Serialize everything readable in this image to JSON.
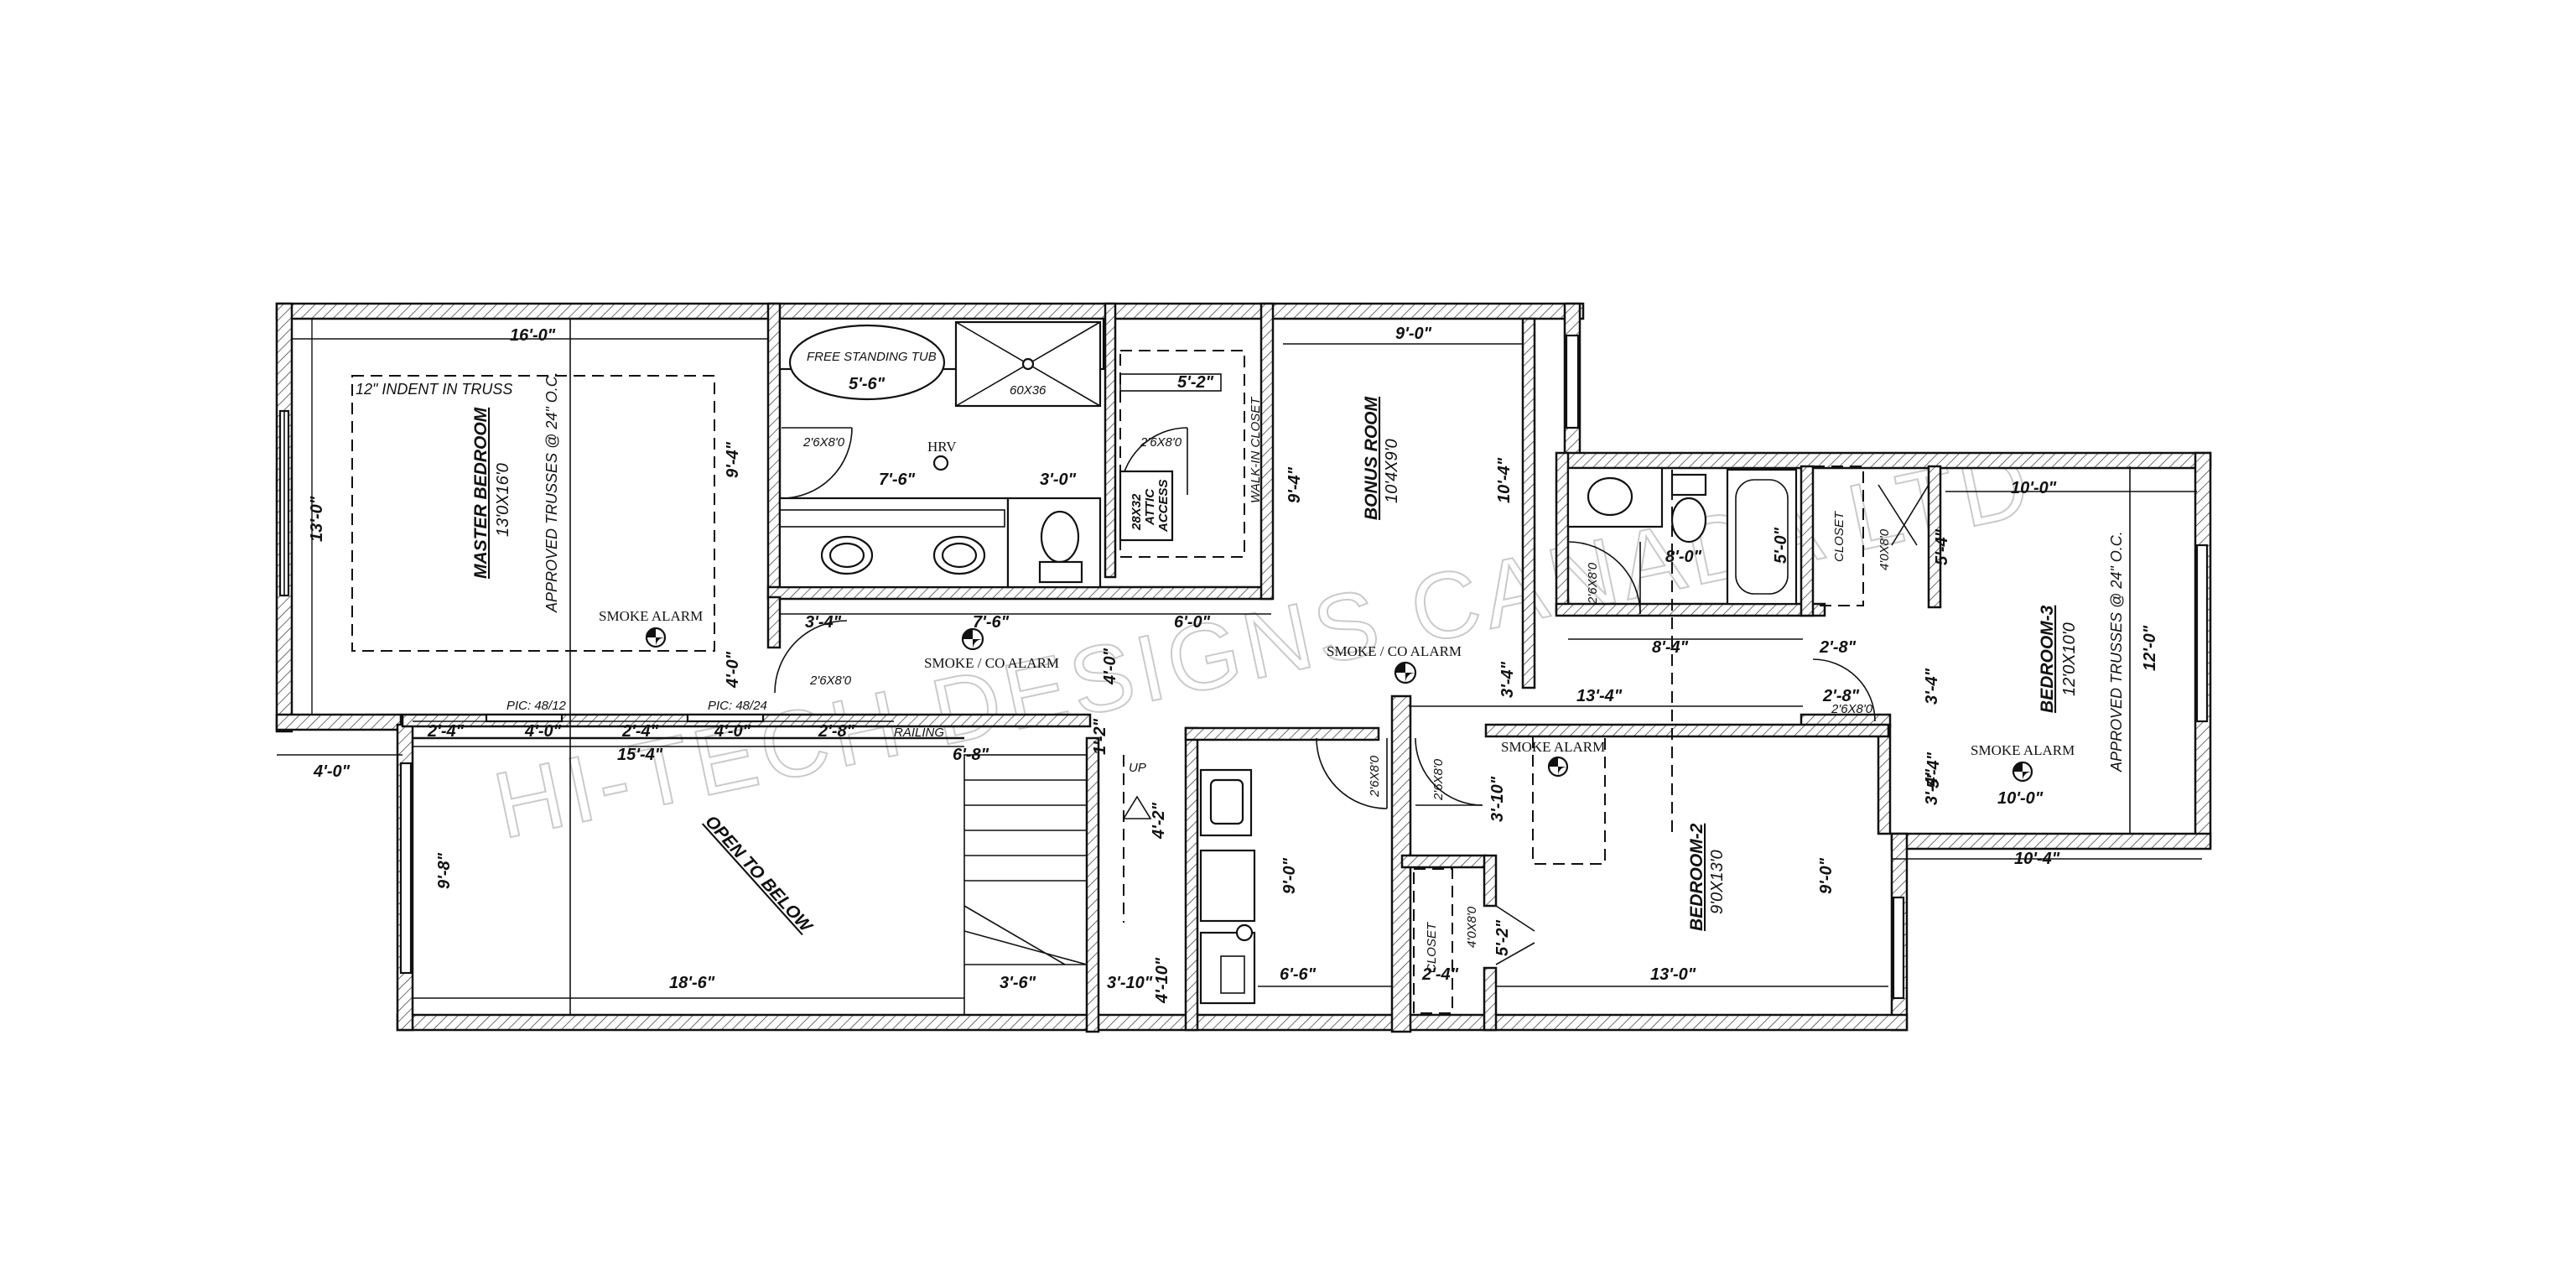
{
  "watermark": "HI-TECH DESIGNS CANADA LTD",
  "rooms": {
    "master_bedroom": {
      "name": "MASTER BEDROOM",
      "size": "13'0X16'0"
    },
    "bonus_room": {
      "name": "BONUS ROOM",
      "size": "10'4X9'0"
    },
    "bedroom_3": {
      "name": "BEDROOM-3",
      "size": "12'0X10'0"
    },
    "bedroom_2": {
      "name": "BEDROOM-2",
      "size": "9'0X13'0"
    },
    "open_to_below": {
      "name": "OPEN TO BELOW"
    },
    "walk_in_closet": {
      "name": "WALK-IN CLOSET"
    },
    "closet_b3": {
      "name": "CLOSET"
    },
    "closet_b2": {
      "name": "CLOSET"
    }
  },
  "notes": {
    "indent": "12\" INDENT IN TRUSS",
    "trusses_master": "APPROVED TRUSSES @ 24\" O.C.",
    "trusses_b3": "APPROVED TRUSSES @ 24\" O.C.",
    "smoke_master": "SMOKE ALARM",
    "smoke_co_hall": "SMOKE / CO ALARM",
    "smoke_co_bonus": "SMOKE / CO ALARM",
    "smoke_b2": "SMOKE ALARM",
    "smoke_b3": "SMOKE ALARM",
    "tub": "FREE STANDING TUB",
    "shower": "60X36",
    "hrv": "HRV",
    "attic_1": "28X32",
    "attic_2": "ATTIC",
    "attic_3": "ACCESS",
    "railing": "RAILING",
    "pic1": "PIC: 48/12",
    "pic2": "PIC: 48/24",
    "up": "UP"
  },
  "doors": [
    "2'6X8'0",
    "2'6X8'0",
    "2'6X8'0",
    "2'6X8'0",
    "2'6X8'0",
    "2'6X8'0",
    "4'0X8'0",
    "2'6X8'0",
    "4'0X8'0"
  ],
  "dimensions": {
    "d16_0": "16'-0\"",
    "d13_0": "13'-0\"",
    "d9_4a": "9'-4\"",
    "d4_0a": "4'-0\"",
    "d5_6": "5'-6\"",
    "d7_6a": "7'-6\"",
    "d3_0": "3'-0\"",
    "d5_2": "5'-2\"",
    "d9_4b": "9'-4\"",
    "d9_0a": "9'-0\"",
    "d10_4a": "10'-4\"",
    "d3_4a": "3'-4\"",
    "d7_6b": "7'-6\"",
    "d6_0": "6'-0\"",
    "d4_0b": "4'-0\"",
    "d3_4b": "3'-4\"",
    "d13_4": "13'-4\"",
    "d8_0": "8'-0\"",
    "d5_0": "5'-0\"",
    "d8_4": "8'-4\"",
    "d2_8a": "2'-8\"",
    "d2_8b": "2'-8\"",
    "d3_4c": "3'-4\"",
    "d3_4d": "3'-4\"",
    "d10_0a": "10'-0\"",
    "d12_0": "12'-0\"",
    "d10_0b": "10'-0\"",
    "d10_4b": "10'-4\"",
    "d2_4a": "2'-4\"",
    "d4_0c": "4'-0\"",
    "d2_4b": "2'-4\"",
    "d4_0d": "4'-0\"",
    "d2_8c": "2'-8\"",
    "d15_4": "15'-4\"",
    "d4_0e": "4'-0\"",
    "d6_8": "6'-8\"",
    "d1_2": "1'-2\"",
    "d4_2": "4'-2\"",
    "d9_8": "9'-8\"",
    "d18_6": "18'-6\"",
    "d3_6": "3'-6\"",
    "d3_10a": "3'-10\"",
    "d4_10": "4'-10\"",
    "d9_0b": "9'-0\"",
    "d6_6": "6'-6\"",
    "d2_4c": "2'-4\"",
    "d5_2b": "5'-2\"",
    "d13_0b": "13'-0\"",
    "d9_0c": "9'-0\"",
    "d3_10b": "3'-10\"",
    "d5_4a": "5'-4\"",
    "d5_4b": "5'-4\""
  }
}
